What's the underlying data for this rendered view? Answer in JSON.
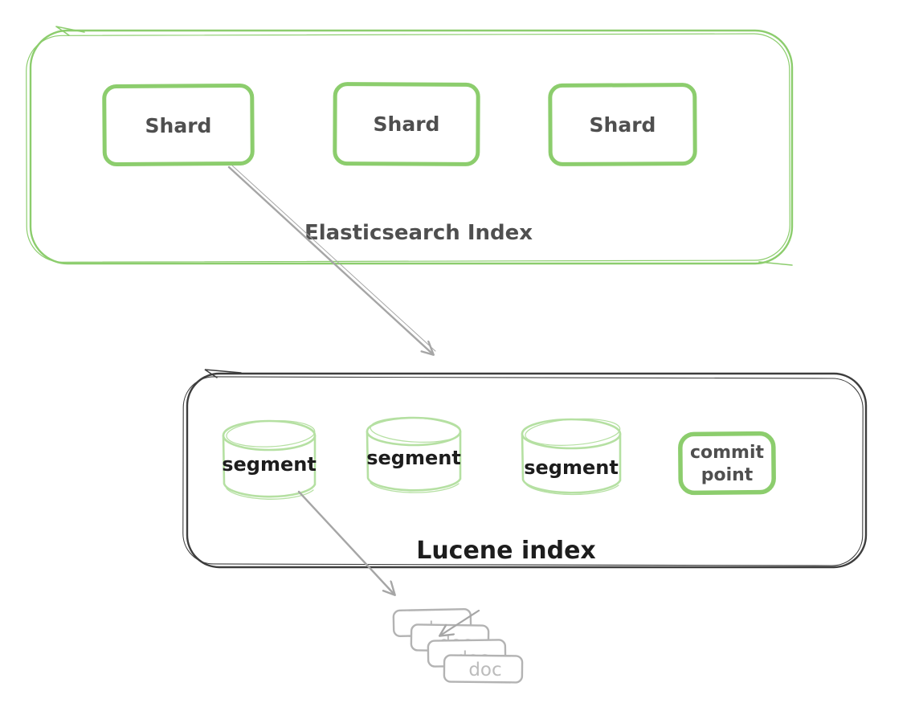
{
  "diagram": {
    "elasticsearch_index": {
      "label": "Elasticsearch Index",
      "shards": [
        {
          "label": "Shard"
        },
        {
          "label": "Shard"
        },
        {
          "label": "Shard"
        }
      ]
    },
    "lucene_index": {
      "label": "Lucene index",
      "segments": [
        {
          "label": "segment"
        },
        {
          "label": "segment"
        },
        {
          "label": "segment"
        }
      ],
      "commit_point": {
        "line1": "commit",
        "line2": "point"
      }
    },
    "docs": [
      {
        "label": "doc"
      },
      {
        "label": "doc"
      },
      {
        "label": "doc"
      },
      {
        "label": "doc"
      }
    ]
  },
  "colors": {
    "green": "#8ccd6d",
    "green_pale": "#b5e0a2",
    "dark": "#3d3d3d",
    "text_dark": "#4f4f4f",
    "text_black": "#1d1d1d",
    "arrow_gray": "#a6a6a6",
    "doc_gray": "#b3b3b3",
    "doc_text": "#bcbcbc"
  }
}
